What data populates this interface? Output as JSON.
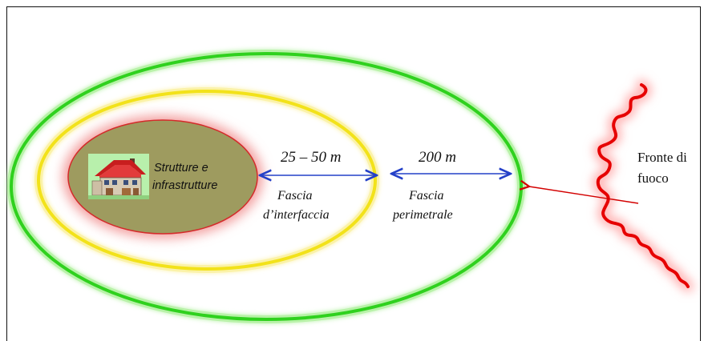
{
  "diagram": {
    "core_label_line1": "Strutture e",
    "core_label_line2": "infrastrutture",
    "inner_distance": "25 – 50 m",
    "inner_band_line1": "Fascia",
    "inner_band_line2": "d’interfaccia",
    "outer_distance": "200 m",
    "outer_band_line1": "Fascia",
    "outer_band_line2": "perimetrale",
    "fire_label_line1": "Fronte di",
    "fire_label_line2": "fuoco"
  },
  "colors": {
    "outer_ring": "#2fd11e",
    "middle_ring": "#f2e21a",
    "core_fill": "#9e9b5f",
    "core_edge": "#d42a2a",
    "arrow_blue": "#2440c8",
    "fire_red": "#e60000"
  },
  "icons": {
    "house": "house-icon",
    "fire": "fire-front-line"
  }
}
